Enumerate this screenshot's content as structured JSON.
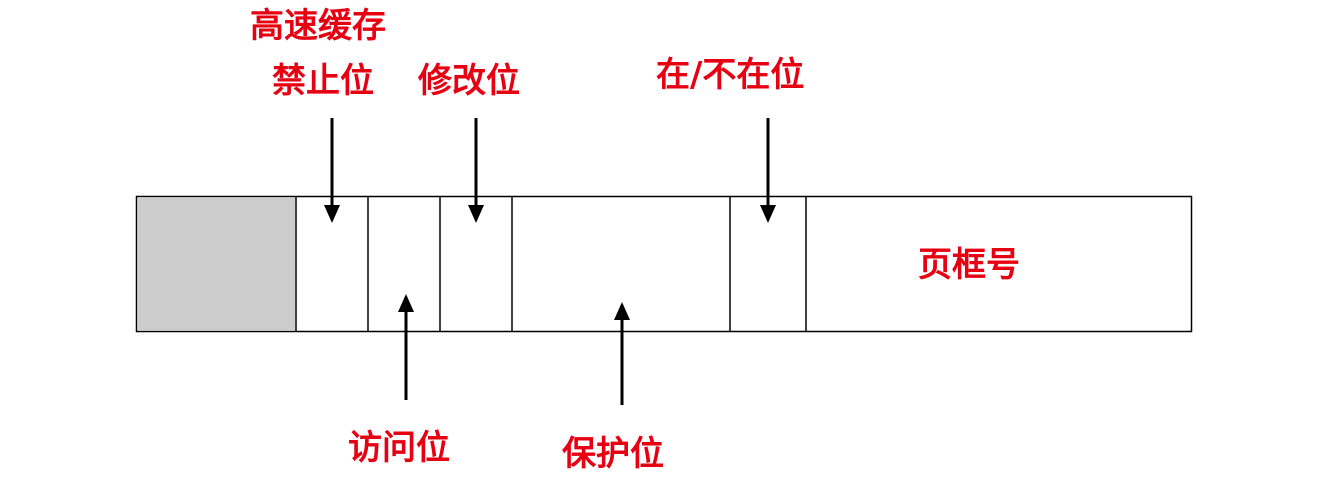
{
  "title": "页表项结构",
  "colors": {
    "label": "#e60012",
    "reserved_fill": "#cccccc",
    "line": "#000000"
  },
  "labels": {
    "cache_disable_line1": "高速缓存",
    "cache_disable_line2": "禁止位",
    "modified": "修改位",
    "present": "在/不在位",
    "page_frame": "页框号",
    "referenced": "访问位",
    "protection": "保护位"
  }
}
